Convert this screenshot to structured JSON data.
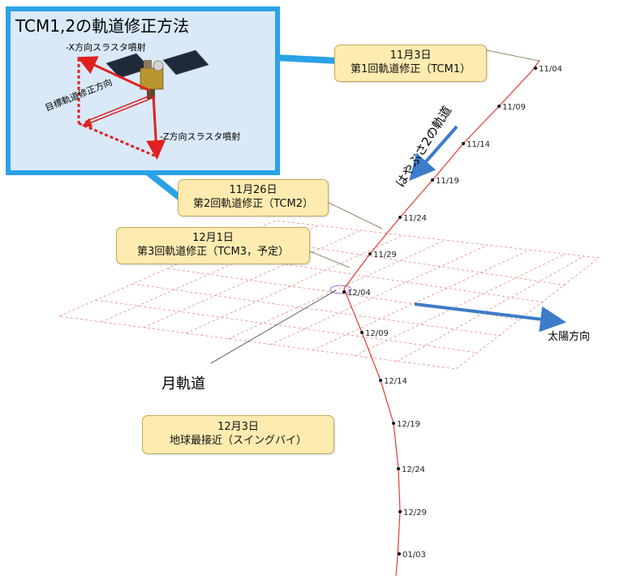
{
  "inset": {
    "title": "TCM1,2の軌道修正方法",
    "label_x": "-X方向スラスタ噴射",
    "label_target": "目標軌道修正方向",
    "label_z": "-Z方向スラスタ噴射"
  },
  "callouts": {
    "tcm1": {
      "date": "11月3日",
      "desc": "第1回軌道修正（TCM1）"
    },
    "tcm2": {
      "date": "11月26日",
      "desc": "第2回軌道修正（TCM2）"
    },
    "tcm3": {
      "date": "12月1日",
      "desc": "第3回軌道修正（TCM3，予定）"
    },
    "swingby": {
      "date": "12月3日",
      "desc": "地球最接近（スイングバイ）"
    }
  },
  "labels": {
    "trajectory": "はやぶさ2の軌道",
    "sun": "太陽方向",
    "moon": "月軌道"
  },
  "dates": [
    "11/04",
    "11/09",
    "11/14",
    "11/19",
    "11/24",
    "11/29",
    "12/04",
    "12/09",
    "12/14",
    "12/19",
    "12/24",
    "12/29",
    "01/03"
  ],
  "colors": {
    "trajectory": "#e53935",
    "arrow": "#3d7cc9",
    "inset_border": "#2aa2e6",
    "grid": "#e06a6a",
    "moon_orbit": "#9b6fd6"
  }
}
